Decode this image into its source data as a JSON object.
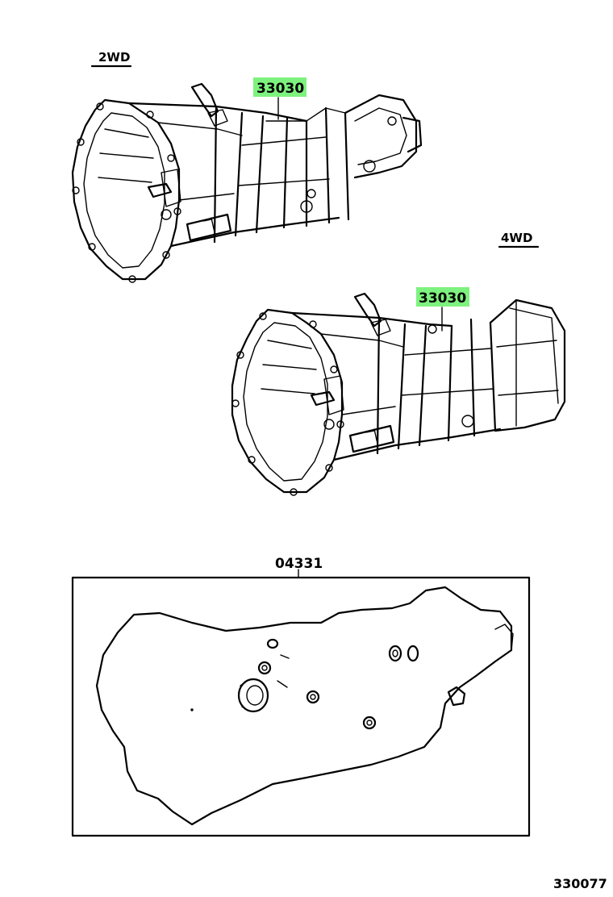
{
  "variants": {
    "two_wd": {
      "label": "2WD"
    },
    "four_wd": {
      "label": "4WD"
    }
  },
  "callouts": {
    "transmission_2wd": {
      "part_number": "33030",
      "highlight_color": "#7ef27e"
    },
    "transmission_4wd": {
      "part_number": "33030",
      "highlight_color": "#7ef27e"
    },
    "gasket_kit": {
      "part_number": "04331"
    }
  },
  "diagram_id": "330077"
}
